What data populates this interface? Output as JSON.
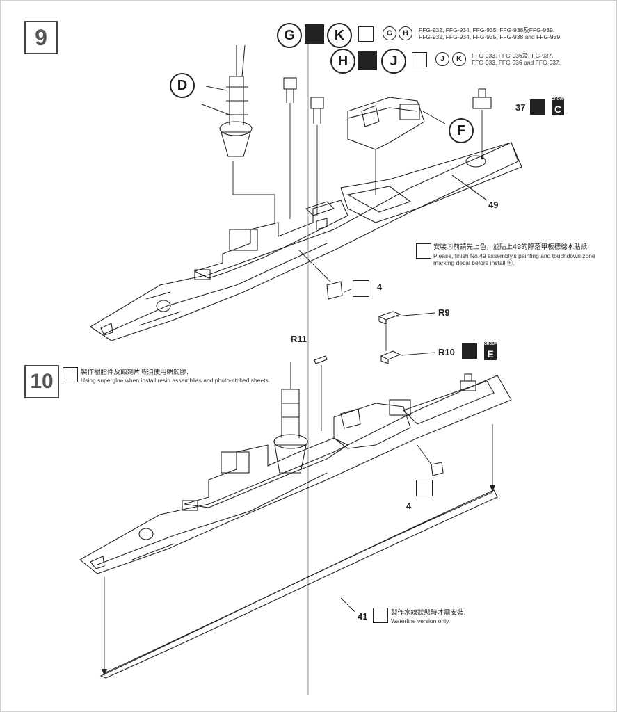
{
  "steps": {
    "step9_number": "9",
    "step10_number": "10"
  },
  "step9": {
    "callout_D": "D",
    "callout_F": "F",
    "callout_G": "G",
    "callout_H": "H",
    "callout_J": "J",
    "callout_K": "K",
    "variant_GH": {
      "markers": [
        "G",
        "H"
      ],
      "line_cjk": "FFG-932, FFG-934, FFG-935, FFG-938及FFG-939.",
      "line_en": "FFG-932, FFG-934, FFG-935, FFG-938 and FFG-939."
    },
    "variant_JK": {
      "markers": [
        "J",
        "K"
      ],
      "line_cjk": "FFG-933, FFG-936及FFG-937.",
      "line_en": "FFG-933, FFG-936 and FFG-937."
    },
    "part_37": "37",
    "part_37_group_caption": "GROUP",
    "part_37_group": "C",
    "part_49": "49",
    "part_4": "4",
    "note_cjk": "安裝Ⓕ前請先上色，並貼上49的降落甲板標線水貼紙.",
    "note_en_1": "Please, finish No.49 assembly's painting and touchdown zone",
    "note_en_2": "marking decal before install Ⓕ."
  },
  "step10": {
    "note_cjk": "製作樹脂件及蝕刻片時須使用瞬間膠.",
    "note_en": "Using superglue when install resin assemblies and photo-etched sheets.",
    "part_R9": "R9",
    "part_R10": "R10",
    "part_R10_group_caption": "GROUP",
    "part_R10_group": "E",
    "part_R11": "R11",
    "part_4": "4",
    "part_41": "41",
    "waterline_cjk": "製作水線狀態時才需安裝.",
    "waterline_en": "Waterline version only."
  },
  "icons": {
    "photo_etch": "photo-etch-icon",
    "paint": "paint-icon",
    "glue": "superglue-icon",
    "align": "align-parts-icon"
  }
}
